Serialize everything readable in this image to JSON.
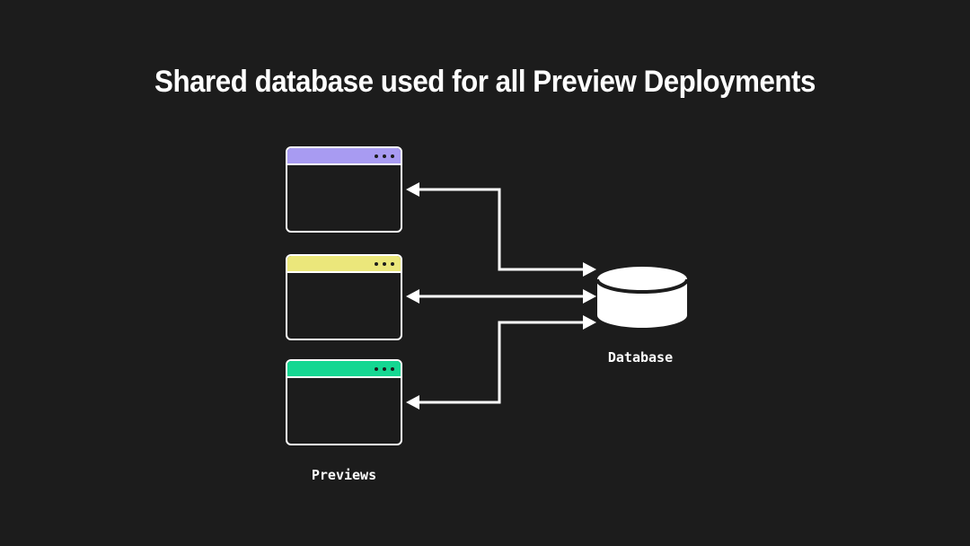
{
  "title": "Shared database used for all Preview Deployments",
  "colors": {
    "background": "#1c1c1c",
    "foreground": "#ffffff",
    "purple": "#a89bf2",
    "yellow": "#ebe77b",
    "green": "#15d792"
  },
  "previews": {
    "label": "Previews",
    "windows": [
      {
        "id": "purple",
        "titlebar_color": "#a89bf2"
      },
      {
        "id": "yellow",
        "titlebar_color": "#ebe77b"
      },
      {
        "id": "green",
        "titlebar_color": "#15d792"
      }
    ]
  },
  "database": {
    "label": "Database"
  }
}
